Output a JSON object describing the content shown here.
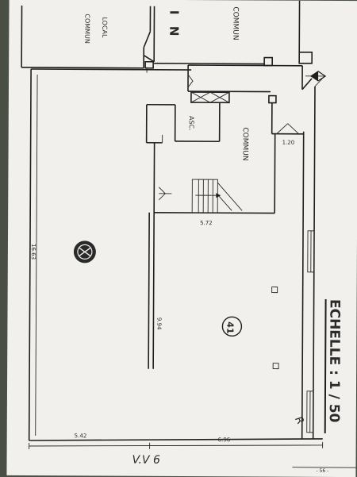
{
  "labels": {
    "commun_top": "COMMUN",
    "local_commun_1": "LOCAL",
    "local_commun_2": "COMMUN",
    "n_letter": "N",
    "i_letter": "I",
    "asc": "ASC.",
    "commun_mid": "COMMUN",
    "lot_number": "41",
    "handwritten": "V.V 6",
    "hand_r": "R",
    "page_num": "- 56 -"
  },
  "dimensions": {
    "d_1_20": "1.20",
    "d_5_72": "5.72",
    "d_16_63": "16.63",
    "d_9_94": "9.94",
    "d_5_42": "5.42",
    "d_6_96": "6.96"
  },
  "scale": {
    "label": "ECHELLE : 1 / 50"
  }
}
